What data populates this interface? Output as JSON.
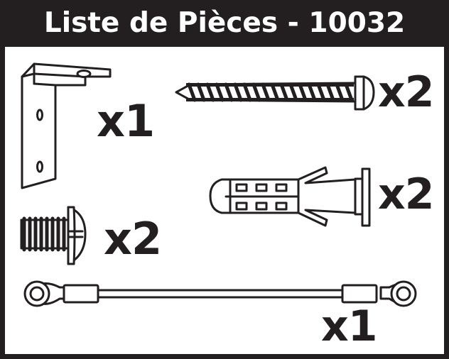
{
  "title": "Liste de Pièces - 10032",
  "colors": {
    "ink": "#231f20",
    "background": "#ffffff",
    "title_text": "#ffffff"
  },
  "parts": [
    {
      "name": "angle-bracket-icon",
      "quantity": "x1"
    },
    {
      "name": "wood-screw-icon",
      "quantity": "x2"
    },
    {
      "name": "wall-anchor-icon",
      "quantity": "x2"
    },
    {
      "name": "machine-screw-icon",
      "quantity": "x2"
    },
    {
      "name": "safety-cable-icon",
      "quantity": "x1"
    }
  ]
}
